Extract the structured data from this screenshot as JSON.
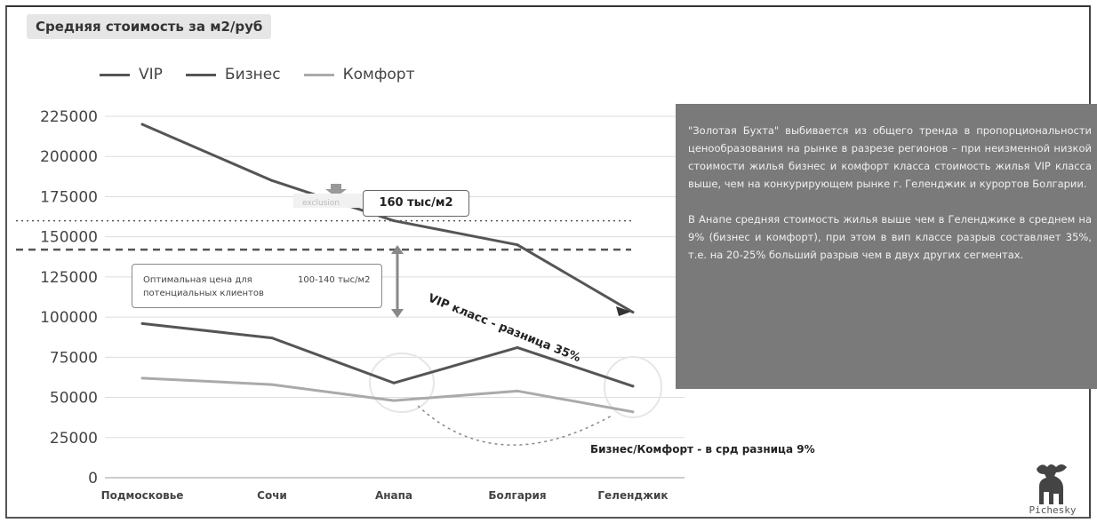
{
  "header": {
    "title": "Средняя стоимость за м2/руб"
  },
  "legend": [
    {
      "name": "VIP",
      "color": "#555555"
    },
    {
      "name": "Бизнес",
      "color": "#555555"
    },
    {
      "name": "Комфорт",
      "color": "#aaaaaa"
    }
  ],
  "chart_data": {
    "type": "line",
    "categories": [
      "Подмосковье",
      "Сочи",
      "Анапа",
      "Болгария",
      "Геленджик"
    ],
    "ylim": [
      0,
      225000
    ],
    "yticks": [
      0,
      25000,
      50000,
      75000,
      100000,
      125000,
      150000,
      175000,
      200000,
      225000
    ],
    "grid": true,
    "legend_position": "top-left",
    "series": [
      {
        "name": "VIP",
        "color": "#555555",
        "values": [
          220000,
          185000,
          160000,
          145000,
          103000
        ]
      },
      {
        "name": "Бизнес",
        "color": "#555555",
        "values": [
          96000,
          87000,
          59000,
          81000,
          57000
        ]
      },
      {
        "name": "Комфорт",
        "color": "#aaaaaa",
        "values": [
          62000,
          58000,
          48000,
          54000,
          41000
        ]
      }
    ],
    "reference_lines": [
      {
        "value": 160000,
        "style": "dotted"
      },
      {
        "value": 142000,
        "style": "dashed"
      }
    ],
    "annotations": {
      "price_callout": "160 тыс/м2",
      "optimal_label": "Оптимальная цена для потенциальных клиентов",
      "optimal_range": "100-140 тыс/м2",
      "vip_diff": "VIP класс - разница 35%",
      "comfort_diff": "Бизнес/Комфорт - в срд разница 9%"
    }
  },
  "note": {
    "paragraph1": "\"Золотая Бухта\" выбивается из общего тренда в пропорциональности ценообразования на рынке в разрезе регионов – при неизменной низкой стоимости жилья бизнес и комфорт класса стоимость жилья VIP класса выше, чем на конкурирующем рынке г. Геленджик и курортов Болгарии.",
    "paragraph2": "В Анапе средняя стоимость жилья выше чем в Геленджике в среднем на 9% (бизнес и комфорт), при этом в вип классе разрыв составляет 35%, т.е. на 20-25% больший разрыв чем в двух других сегментах."
  },
  "logo": {
    "text": "Pichesky",
    "icon": "moose-icon"
  }
}
